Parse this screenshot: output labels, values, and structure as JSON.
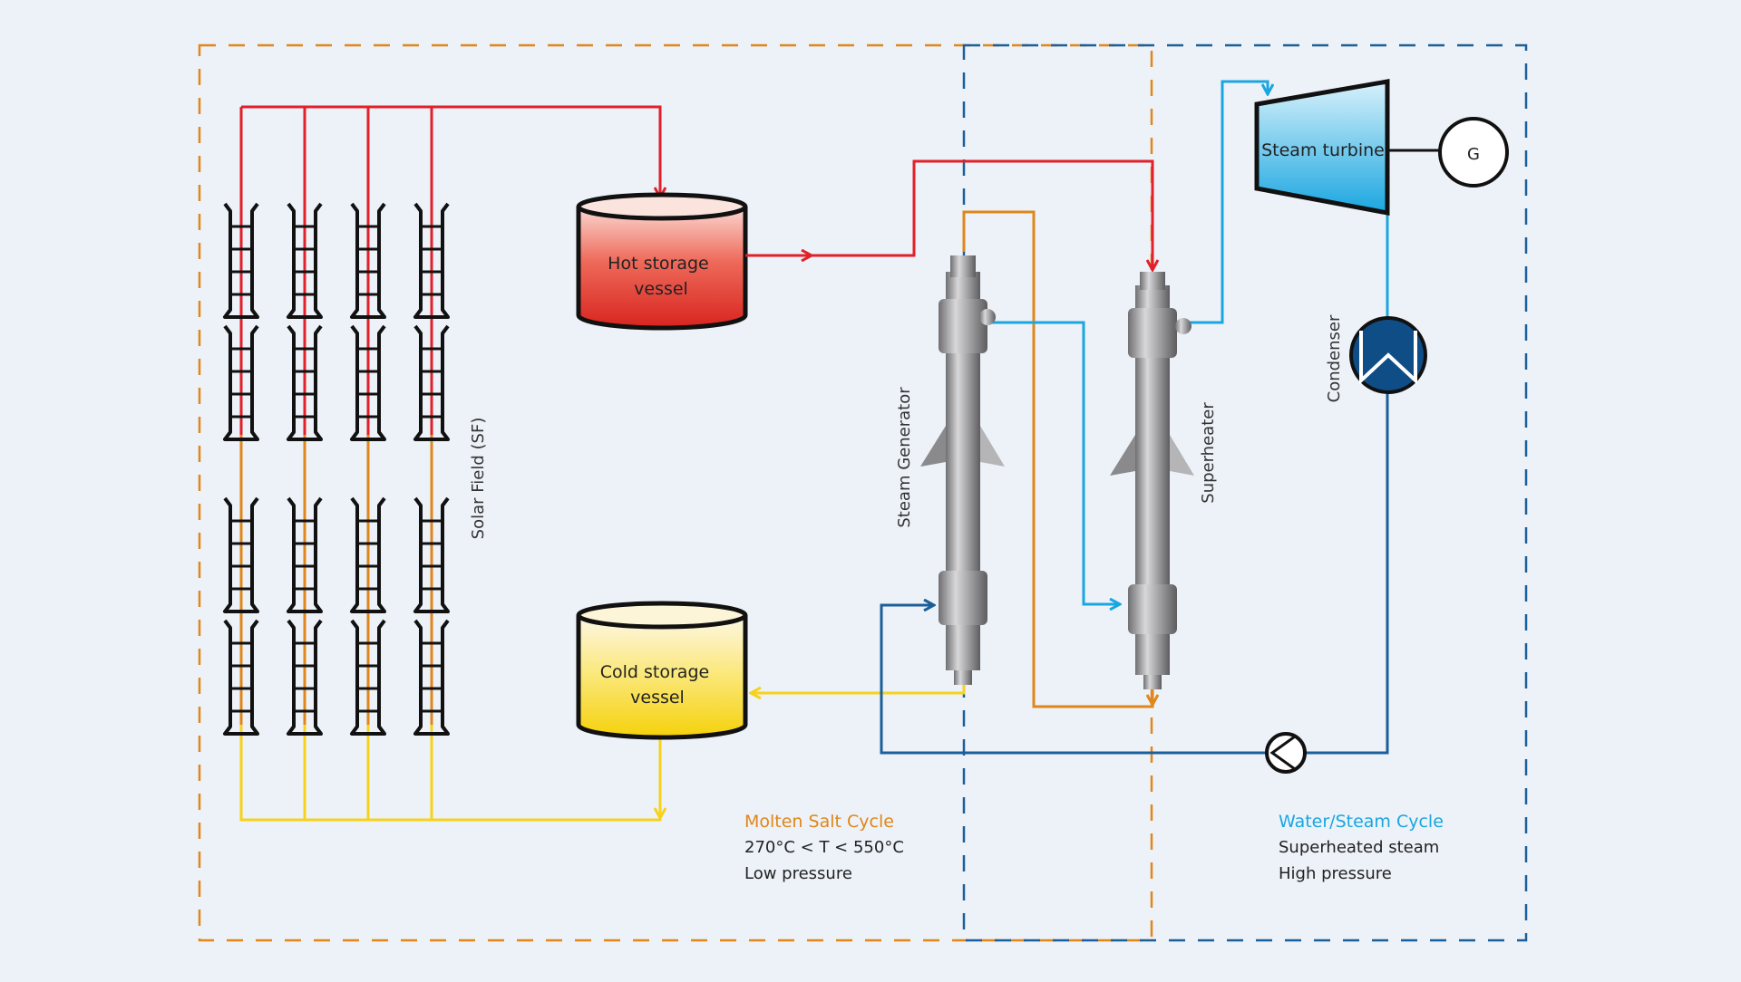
{
  "colors": {
    "background": "#edf2f8",
    "hot_salt": "#e2202a",
    "cold_salt": "#f7d21a",
    "molten_salt_loop": "#e0861a",
    "water_steam": "#1aa6e0",
    "feedwater": "#1a5e9a",
    "outline": "#111111",
    "condenser_fill": "#0f4d86"
  },
  "boundaries": {
    "molten_salt": "Molten Salt Cycle",
    "water_steam": "Water/Steam Cycle"
  },
  "components": {
    "solar_field": "Solar Field (SF)",
    "hot_storage": "Hot storage\nvessel",
    "cold_storage": "Cold storage\nvessel",
    "steam_generator": "Steam Generator",
    "superheater": "Superheater",
    "steam_turbine": "Steam turbine",
    "generator": "G",
    "condenser": "Condenser",
    "pump_icon": "pump-icon"
  },
  "legend": {
    "molten_salt": {
      "title": "Molten Salt Cycle",
      "line1": "270°C < T < 550°C",
      "line2": "Low pressure"
    },
    "water_steam": {
      "title": "Water/Steam Cycle",
      "line1": "Superheated steam",
      "line2": "High pressure"
    }
  }
}
